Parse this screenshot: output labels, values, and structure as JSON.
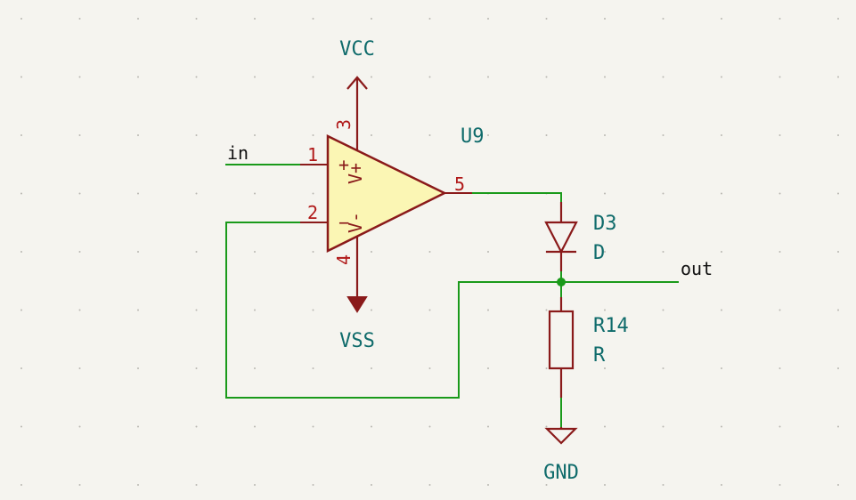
{
  "colors": {
    "background": "#f5f4ef",
    "grid_dot": "#b9b8b2",
    "wire": "#1a9a1a",
    "component": "#8a1a1a",
    "opamp_fill": "#fbf6b4",
    "pin_number": "#b01818",
    "reference": "#0f6b6b",
    "net_label": "#111111"
  },
  "power": {
    "vcc": "VCC",
    "vss": "VSS",
    "gnd": "GND"
  },
  "opamp": {
    "ref": "U9",
    "pin_in_plus": "1",
    "pin_in_minus": "2",
    "pin_vplus": "3",
    "pin_vminus": "4",
    "pin_out": "5",
    "label_vplus": "V+",
    "label_vminus": "V-",
    "sign_plus": "+",
    "sign_minus": "−"
  },
  "diode": {
    "ref": "D3",
    "value": "D"
  },
  "resistor": {
    "ref": "R14",
    "value": "R"
  },
  "nets": {
    "input": "in",
    "output": "out"
  }
}
